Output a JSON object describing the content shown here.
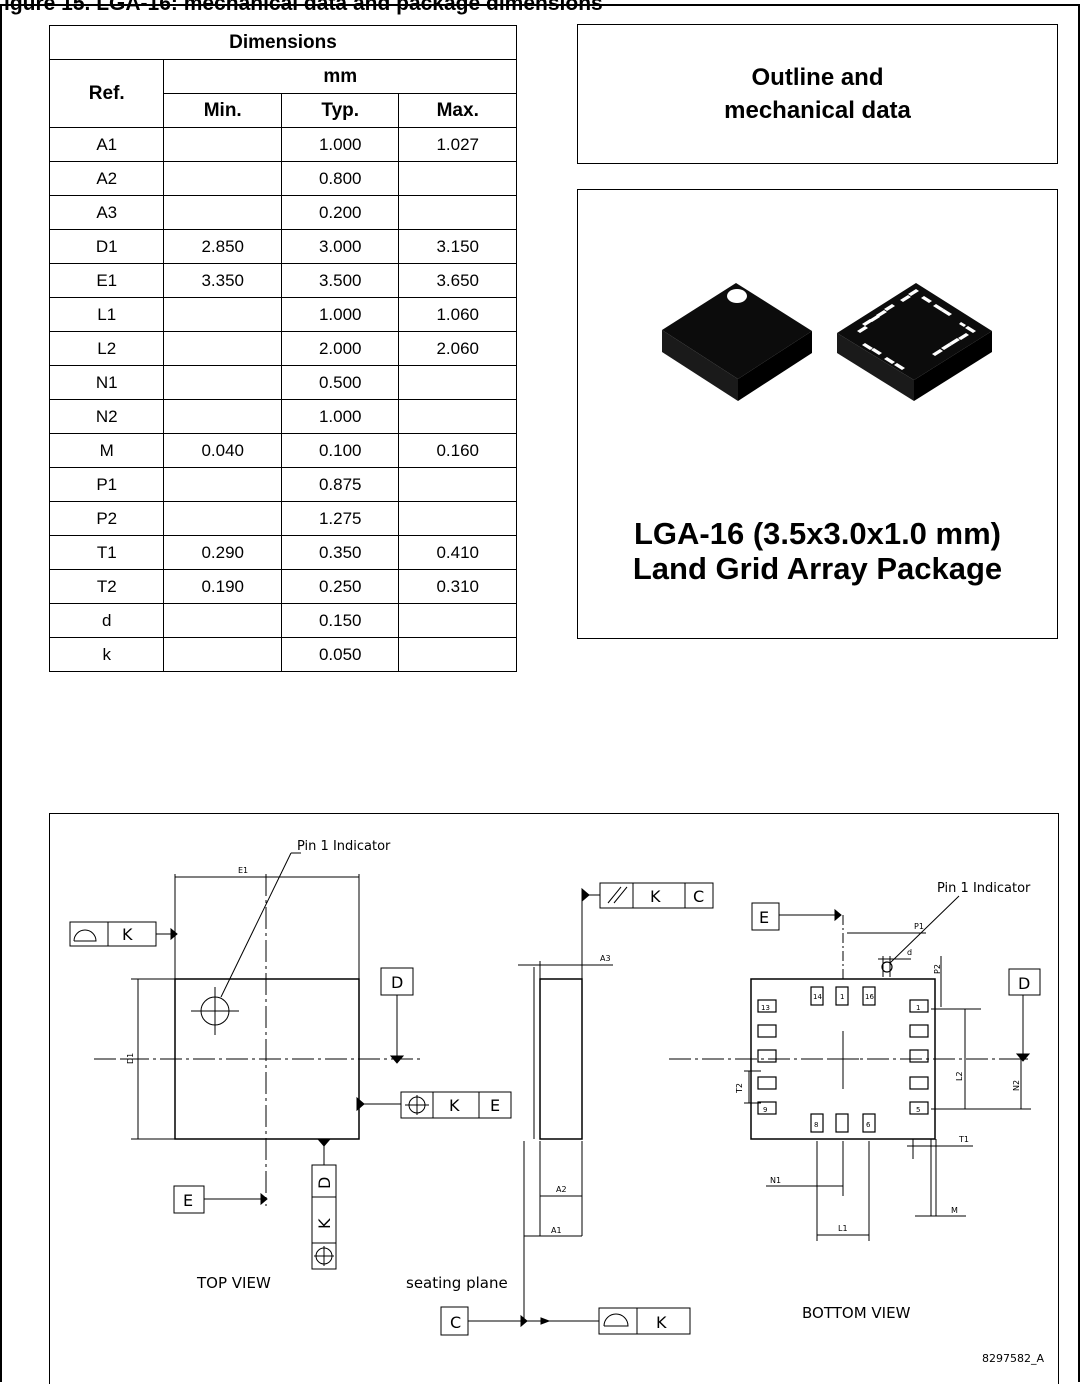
{
  "caption": "igure 15. LGA-16: mechanical data and package dimensions",
  "table": {
    "header": "Dimensions",
    "ref_label": "Ref.",
    "unit": "mm",
    "col_min": "Min.",
    "col_typ": "Typ.",
    "col_max": "Max.",
    "rows": [
      {
        "ref": "A1",
        "min": "",
        "typ": "1.000",
        "max": "1.027"
      },
      {
        "ref": "A2",
        "min": "",
        "typ": "0.800",
        "max": ""
      },
      {
        "ref": "A3",
        "min": "",
        "typ": "0.200",
        "max": ""
      },
      {
        "ref": "D1",
        "min": "2.850",
        "typ": "3.000",
        "max": "3.150"
      },
      {
        "ref": "E1",
        "min": "3.350",
        "typ": "3.500",
        "max": "3.650"
      },
      {
        "ref": "L1",
        "min": "",
        "typ": "1.000",
        "max": "1.060"
      },
      {
        "ref": "L2",
        "min": "",
        "typ": "2.000",
        "max": "2.060"
      },
      {
        "ref": "N1",
        "min": "",
        "typ": "0.500",
        "max": ""
      },
      {
        "ref": "N2",
        "min": "",
        "typ": "1.000",
        "max": ""
      },
      {
        "ref": "M",
        "min": "0.040",
        "typ": "0.100",
        "max": "0.160"
      },
      {
        "ref": "P1",
        "min": "",
        "typ": "0.875",
        "max": ""
      },
      {
        "ref": "P2",
        "min": "",
        "typ": "1.275",
        "max": ""
      },
      {
        "ref": "T1",
        "min": "0.290",
        "typ": "0.350",
        "max": "0.410"
      },
      {
        "ref": "T2",
        "min": "0.190",
        "typ": "0.250",
        "max": "0.310"
      },
      {
        "ref": "d",
        "min": "",
        "typ": "0.150",
        "max": ""
      },
      {
        "ref": "k",
        "min": "",
        "typ": "0.050",
        "max": ""
      }
    ]
  },
  "outline_box": {
    "line1": "Outline and",
    "line2": "mechanical data"
  },
  "package_box": {
    "name_line1": "LGA-16 (3.5x3.0x1.0 mm)",
    "name_line2": "Land Grid Array Package"
  },
  "drawing": {
    "pin1_indicator": "Pin 1 Indicator",
    "top_view": "TOP VIEW",
    "bottom_view": "BOTTOM VIEW",
    "seating_plane": "seating plane",
    "drawing_id": "8297582_A",
    "datum_d": "D",
    "datum_e": "E",
    "datum_c": "C",
    "datum_k": "K",
    "dim_e1": "E1",
    "dim_d1": "D1",
    "dim_a1": "A1",
    "dim_a2": "A2",
    "dim_a3": "A3",
    "dim_p1": "P1",
    "dim_p2": "P2",
    "dim_d": "d",
    "dim_l1": "L1",
    "dim_l2": "L2",
    "dim_n1": "N1",
    "dim_n2": "N2",
    "dim_t1": "T1",
    "dim_t2": "T2",
    "dim_m": "M",
    "pin_labels": [
      "13",
      "14",
      "1",
      "16",
      "1",
      "9",
      "8",
      "6",
      "5"
    ]
  }
}
